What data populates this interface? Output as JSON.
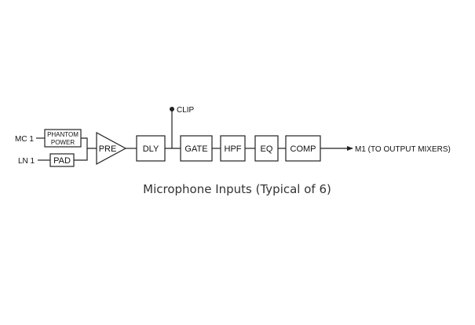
{
  "inputs": {
    "mic": "MC 1",
    "line": "LN 1"
  },
  "blocks": {
    "phantom_line1": "PHANTOM",
    "phantom_line2": "POWER",
    "pad": "PAD",
    "pre": "PRE",
    "dly": "DLY",
    "gate": "GATE",
    "hpf": "HPF",
    "eq": "EQ",
    "comp": "COMP"
  },
  "clip": "CLIP",
  "output": "M1 (TO OUTPUT MIXERS)",
  "caption": "Microphone Inputs (Typical of 6)",
  "colors": {
    "line": "#222222",
    "caption": "#333333"
  }
}
